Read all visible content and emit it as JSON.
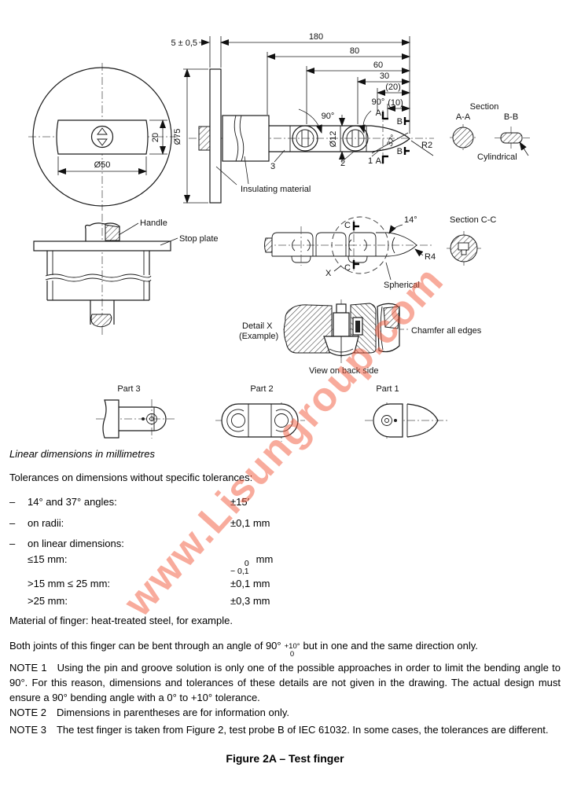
{
  "watermark": {
    "text": "www.Lisungroup.com",
    "color": "#f25a3c"
  },
  "drawing": {
    "dim_5": "5 ± 0,5",
    "dim_180": "180",
    "dim_80": "80",
    "dim_60": "60",
    "dim_30": "30",
    "dim_20p": "(20)",
    "dim_10p": "(10)",
    "angle_90a": "90°",
    "angle_90b": "90°",
    "dia_12": "Ø12",
    "angle_37": "37°",
    "r2": "R2",
    "dia_75": "Ø75",
    "dia_50": "Ø50",
    "dim_20": "20",
    "ref_1": "1",
    "ref_2": "2",
    "ref_3": "3",
    "marker_a": "A",
    "marker_b": "B",
    "marker_c": "C",
    "section_label": "Section",
    "section_aa": "A-A",
    "section_bb": "B-B",
    "cylindrical": "Cylindrical",
    "insulating": "Insulating material",
    "handle": "Handle",
    "stop_plate": "Stop plate",
    "angle_14": "14°",
    "section_cc": "Section C-C",
    "r4": "R4",
    "spherical": "Spherical",
    "x_ref": "X",
    "detail_x_title": "Detail X",
    "detail_x_sub": "(Example)",
    "chamfer": "Chamfer all edges",
    "view_back": "View on back side",
    "part3": "Part 3",
    "part2": "Part 2",
    "part1": "Part 1"
  },
  "text": {
    "dim_note": "Linear dimensions in millimetres",
    "tol_heading": "Tolerances on dimensions without specific tolerances:",
    "bullet": "–",
    "tol_rows": [
      {
        "label": "14° and 37° angles:",
        "value": "±15′"
      },
      {
        "label": "on radii:",
        "value": "±0,1 mm"
      },
      {
        "label": "on linear dimensions:",
        "value": ""
      }
    ],
    "sub_rows": {
      "r1_label": "≤15 mm:",
      "r1_sup": "0",
      "r1_sub": "− 0,1",
      "r1_unit": "mm",
      "r2_label": ">15 mm ≤ 25 mm:",
      "r2_value": "±0,1 mm",
      "r3_label": ">25 mm:",
      "r3_value": "±0,3 mm"
    },
    "material": "Material of finger: heat-treated steel, for example.",
    "bend_prefix": "Both joints of this finger can be bent through an angle of 90°",
    "bend_sup": "+10°",
    "bend_sub": "0",
    "bend_suffix": "but in one and the same direction only.",
    "note1_label": "NOTE 1",
    "note1": "Using the pin and groove solution is only one of the possible approaches in order to limit the bending angle to 90°. For this reason, dimensions and tolerances of these details are not given in the drawing. The actual design must ensure a 90° bending angle with a 0° to +10° tolerance.",
    "note2_label": "NOTE 2",
    "note2": "Dimensions in parentheses are for information only.",
    "note3_label": "NOTE 3",
    "note3": "The test finger is taken from Figure 2, test probe B of IEC 61032. In some cases, the tolerances are different.",
    "caption": "Figure 2A – Test finger"
  }
}
